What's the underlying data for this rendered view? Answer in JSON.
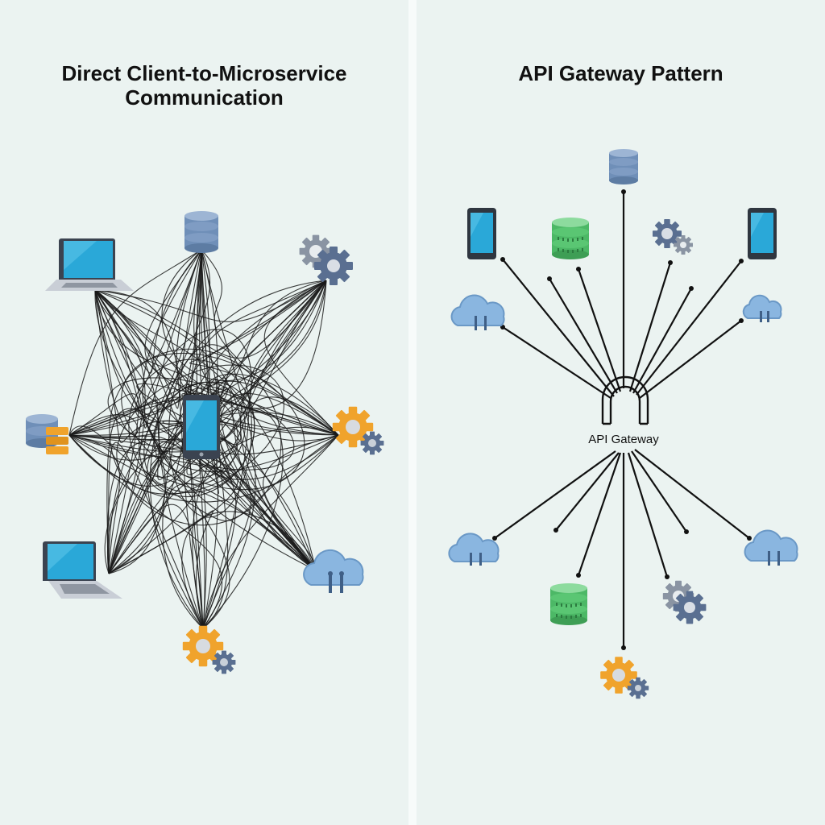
{
  "left_panel": {
    "title": "Direct Client-to-Microservice Communication",
    "nodes": [
      {
        "id": "laptop-top-left",
        "kind": "laptop-icon"
      },
      {
        "id": "db-top",
        "kind": "database-icon"
      },
      {
        "id": "gears-top-right",
        "kind": "gears-icon"
      },
      {
        "id": "db-stack-left",
        "kind": "database-stack-icon"
      },
      {
        "id": "mobile-center",
        "kind": "mobile-phone-icon"
      },
      {
        "id": "gears-right",
        "kind": "gears-icon"
      },
      {
        "id": "laptop-bottom-left",
        "kind": "laptop-icon"
      },
      {
        "id": "cloud-bottom-right",
        "kind": "cloud-icon"
      },
      {
        "id": "gears-bottom",
        "kind": "gears-icon"
      }
    ]
  },
  "right_panel": {
    "title": "API Gateway Pattern",
    "gateway_label": "API Gateway",
    "nodes": [
      {
        "id": "db-top",
        "kind": "database-icon"
      },
      {
        "id": "phone-left",
        "kind": "mobile-phone-icon"
      },
      {
        "id": "server-green-top",
        "kind": "green-server-icon"
      },
      {
        "id": "gears-top",
        "kind": "gears-icon"
      },
      {
        "id": "phone-right",
        "kind": "mobile-phone-icon"
      },
      {
        "id": "cloud-top-left",
        "kind": "cloud-icon"
      },
      {
        "id": "cloud-top-right",
        "kind": "cloud-icon"
      },
      {
        "id": "cloud-bottom-left",
        "kind": "cloud-icon"
      },
      {
        "id": "cloud-bottom-right",
        "kind": "cloud-icon"
      },
      {
        "id": "server-green-bottom",
        "kind": "green-server-icon"
      },
      {
        "id": "gears-bottom-right",
        "kind": "gears-icon"
      },
      {
        "id": "gears-bottom",
        "kind": "gears-icon"
      }
    ]
  },
  "colors": {
    "background": "#ebf3f1",
    "line": "#1a1a1a",
    "screen": "#2aa8d8",
    "db_blue": "#6f8fb8",
    "server_green": "#4cb866",
    "gear_orange": "#f0a32c",
    "gear_grey": "#8a94a3",
    "gear_blue": "#5a6f91",
    "cloud_blue": "#8ab6e0"
  }
}
